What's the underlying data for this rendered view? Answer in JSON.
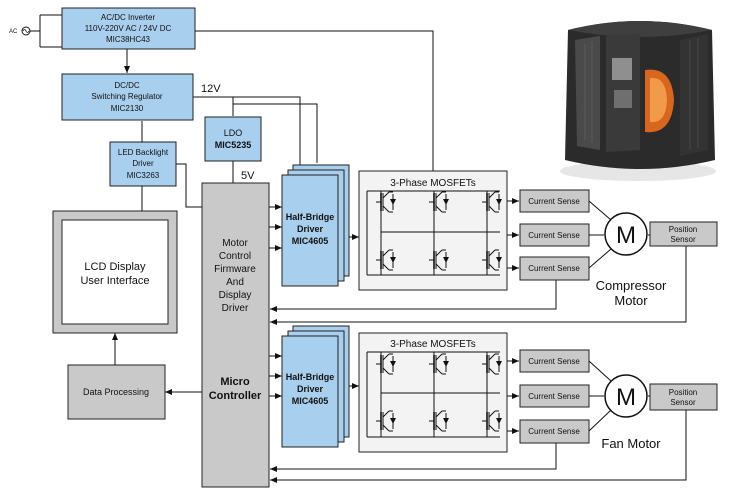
{
  "ac_source": {
    "label": "AC"
  },
  "inverter": {
    "line1": "AC/DC Inverter",
    "line2": "110V-220V AC / 24V DC",
    "line3": "MIC38HC43"
  },
  "regulator": {
    "line1": "DC/DC",
    "line2": "Switching Regulator",
    "line3": "MIC2130"
  },
  "rail_12v": "12V",
  "rail_5v": "5V",
  "ldo": {
    "line1": "LDO",
    "line2": "MIC5235"
  },
  "led_driver": {
    "line1": "LED Backlight",
    "line2": "Driver",
    "line3": "MIC3263"
  },
  "lcd": {
    "line1": "LCD Display",
    "line2": "User Interface"
  },
  "data_processing": {
    "label": "Data Processing"
  },
  "mcu": {
    "line1": "Motor",
    "line2": "Control",
    "line3": "Firmware",
    "line4": "And",
    "line5": "Display",
    "line6": "Driver",
    "bold1": "Micro",
    "bold2": "Controller"
  },
  "half_bridge_top": {
    "line1": "Half-Bridge",
    "line2": "Driver",
    "line3": "MIC4605"
  },
  "half_bridge_bottom": {
    "line1": "Half-Bridge",
    "line2": "Driver",
    "line3": "MIC4605"
  },
  "mosfets_top": {
    "title": "3-Phase MOSFETs"
  },
  "mosfets_bottom": {
    "title": "3-Phase MOSFETs"
  },
  "current_sense_label": "Current Sense",
  "compressor": {
    "motor_symbol": "M",
    "line1": "Compressor",
    "line2": "Motor"
  },
  "fan": {
    "motor_symbol": "M",
    "label": "Fan Motor"
  },
  "position_sensor_top": {
    "line1": "Position",
    "line2": "Sensor"
  },
  "position_sensor_bottom": {
    "line1": "Position",
    "line2": "Sensor"
  },
  "colors": {
    "block_blue": "#a8cfee",
    "block_gray": "#c9c9c9",
    "unit_dark": "#2b2b2b",
    "coil_orange": "#d9661f"
  },
  "icons": {
    "ac_source": "ac-sine-icon",
    "transistor": "igbt-transistor-icon",
    "motor": "motor-circle-icon",
    "unit": "hvac-condenser-photo"
  }
}
